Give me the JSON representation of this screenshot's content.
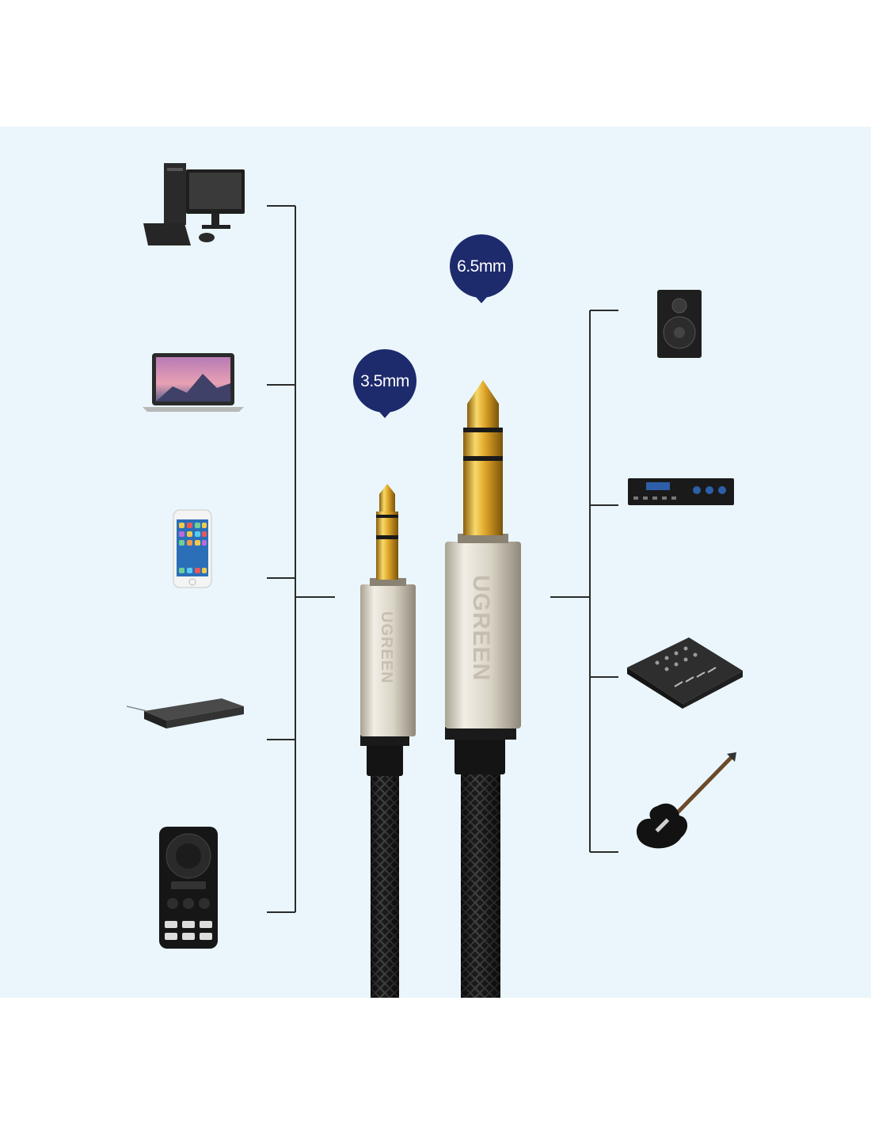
{
  "connectors": [
    {
      "label": "3.5mm"
    },
    {
      "label": "6.5mm"
    }
  ],
  "brand": {
    "name": "UGREEN"
  },
  "left_devices": [
    {
      "icon": "desktop-computer-icon"
    },
    {
      "icon": "laptop-icon"
    },
    {
      "icon": "smartphone-icon"
    },
    {
      "icon": "dvd-player-icon"
    },
    {
      "icon": "music-player-icon"
    }
  ],
  "right_devices": [
    {
      "icon": "speaker-icon"
    },
    {
      "icon": "amplifier-icon"
    },
    {
      "icon": "mixer-console-icon"
    },
    {
      "icon": "electric-guitar-icon"
    }
  ],
  "colors": {
    "panel": "#eaf6fc",
    "badge": "#1d2a6c",
    "line": "#2b2b2b",
    "gold": "#d9a520",
    "housing": "#d8d2c6",
    "cable": "#1c1c1c"
  }
}
